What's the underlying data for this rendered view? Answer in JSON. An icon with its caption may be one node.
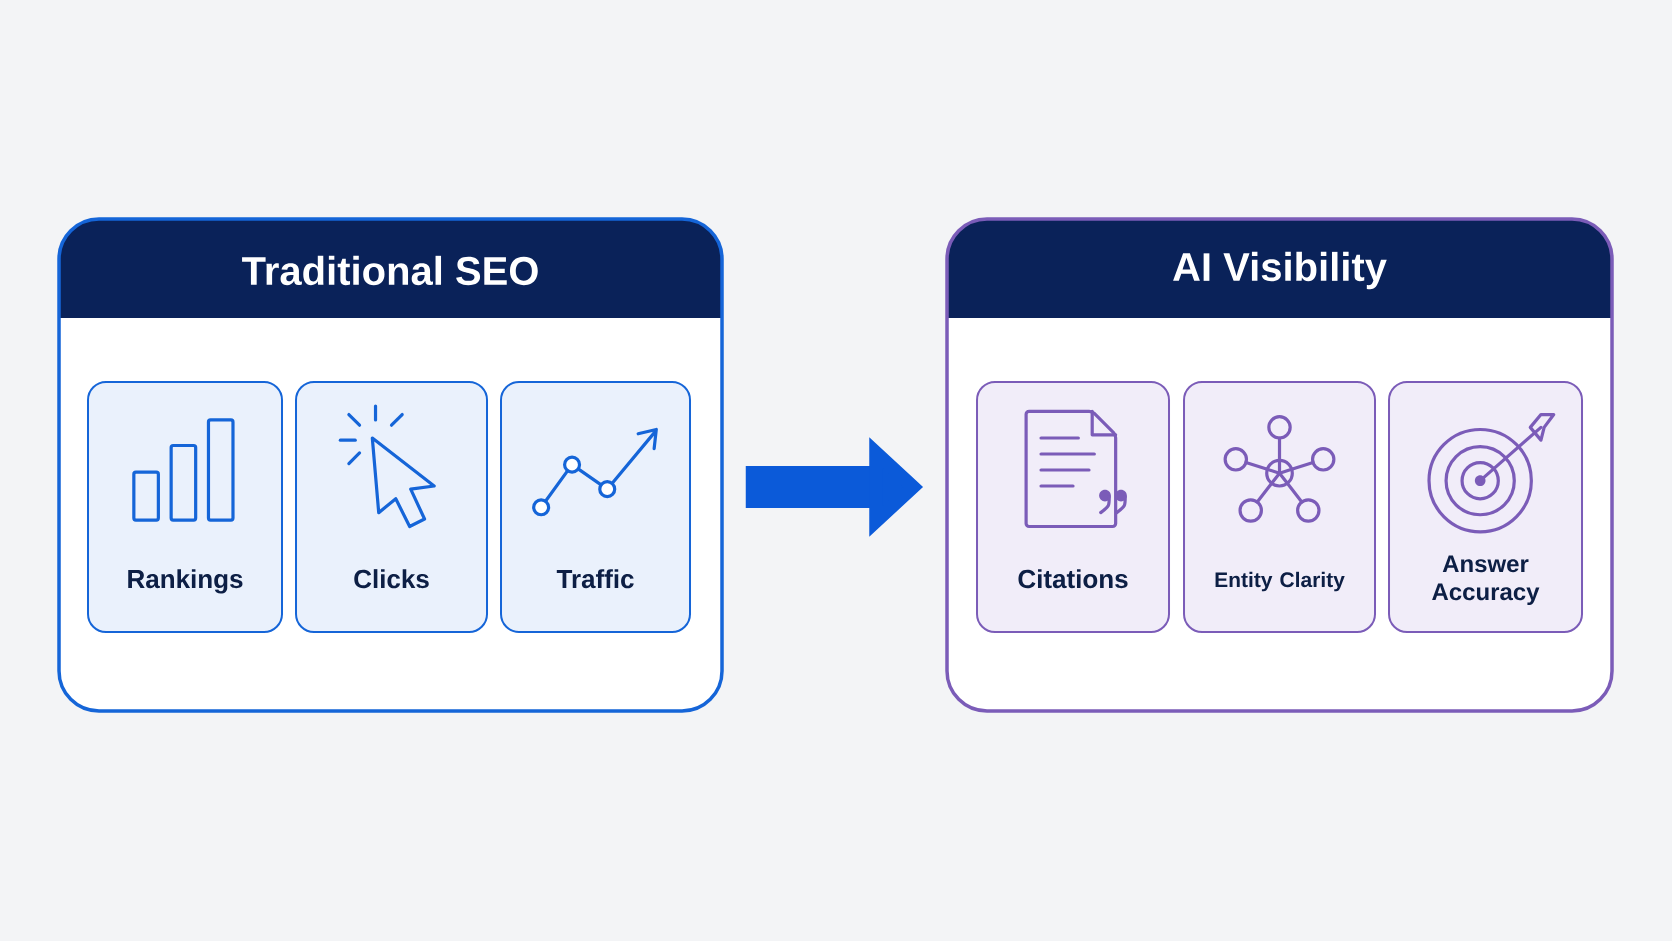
{
  "diagram": {
    "nodes": [
      {
        "text": [
          "Traditional SEO"
        ]
      },
      {
        "text": [
          "Rankings"
        ],
        "in": 0
      },
      {
        "text": [
          "Clicks"
        ],
        "in": 0
      },
      {
        "text": [
          "Traffic"
        ],
        "in": 0
      },
      {
        "text": [
          "AI Visibility"
        ]
      },
      {
        "text": [
          "Citations"
        ],
        "in": 4
      },
      {
        "text": [
          "Entity Clarity"
        ],
        "in": 4
      },
      {
        "text": [
          "Answer Accuracy"
        ],
        "in": 4
      }
    ],
    "edges": [
      {
        "from": 0,
        "to": 4,
        "arrow": "to",
        "color": "#0b5ad9"
      }
    ]
  }
}
